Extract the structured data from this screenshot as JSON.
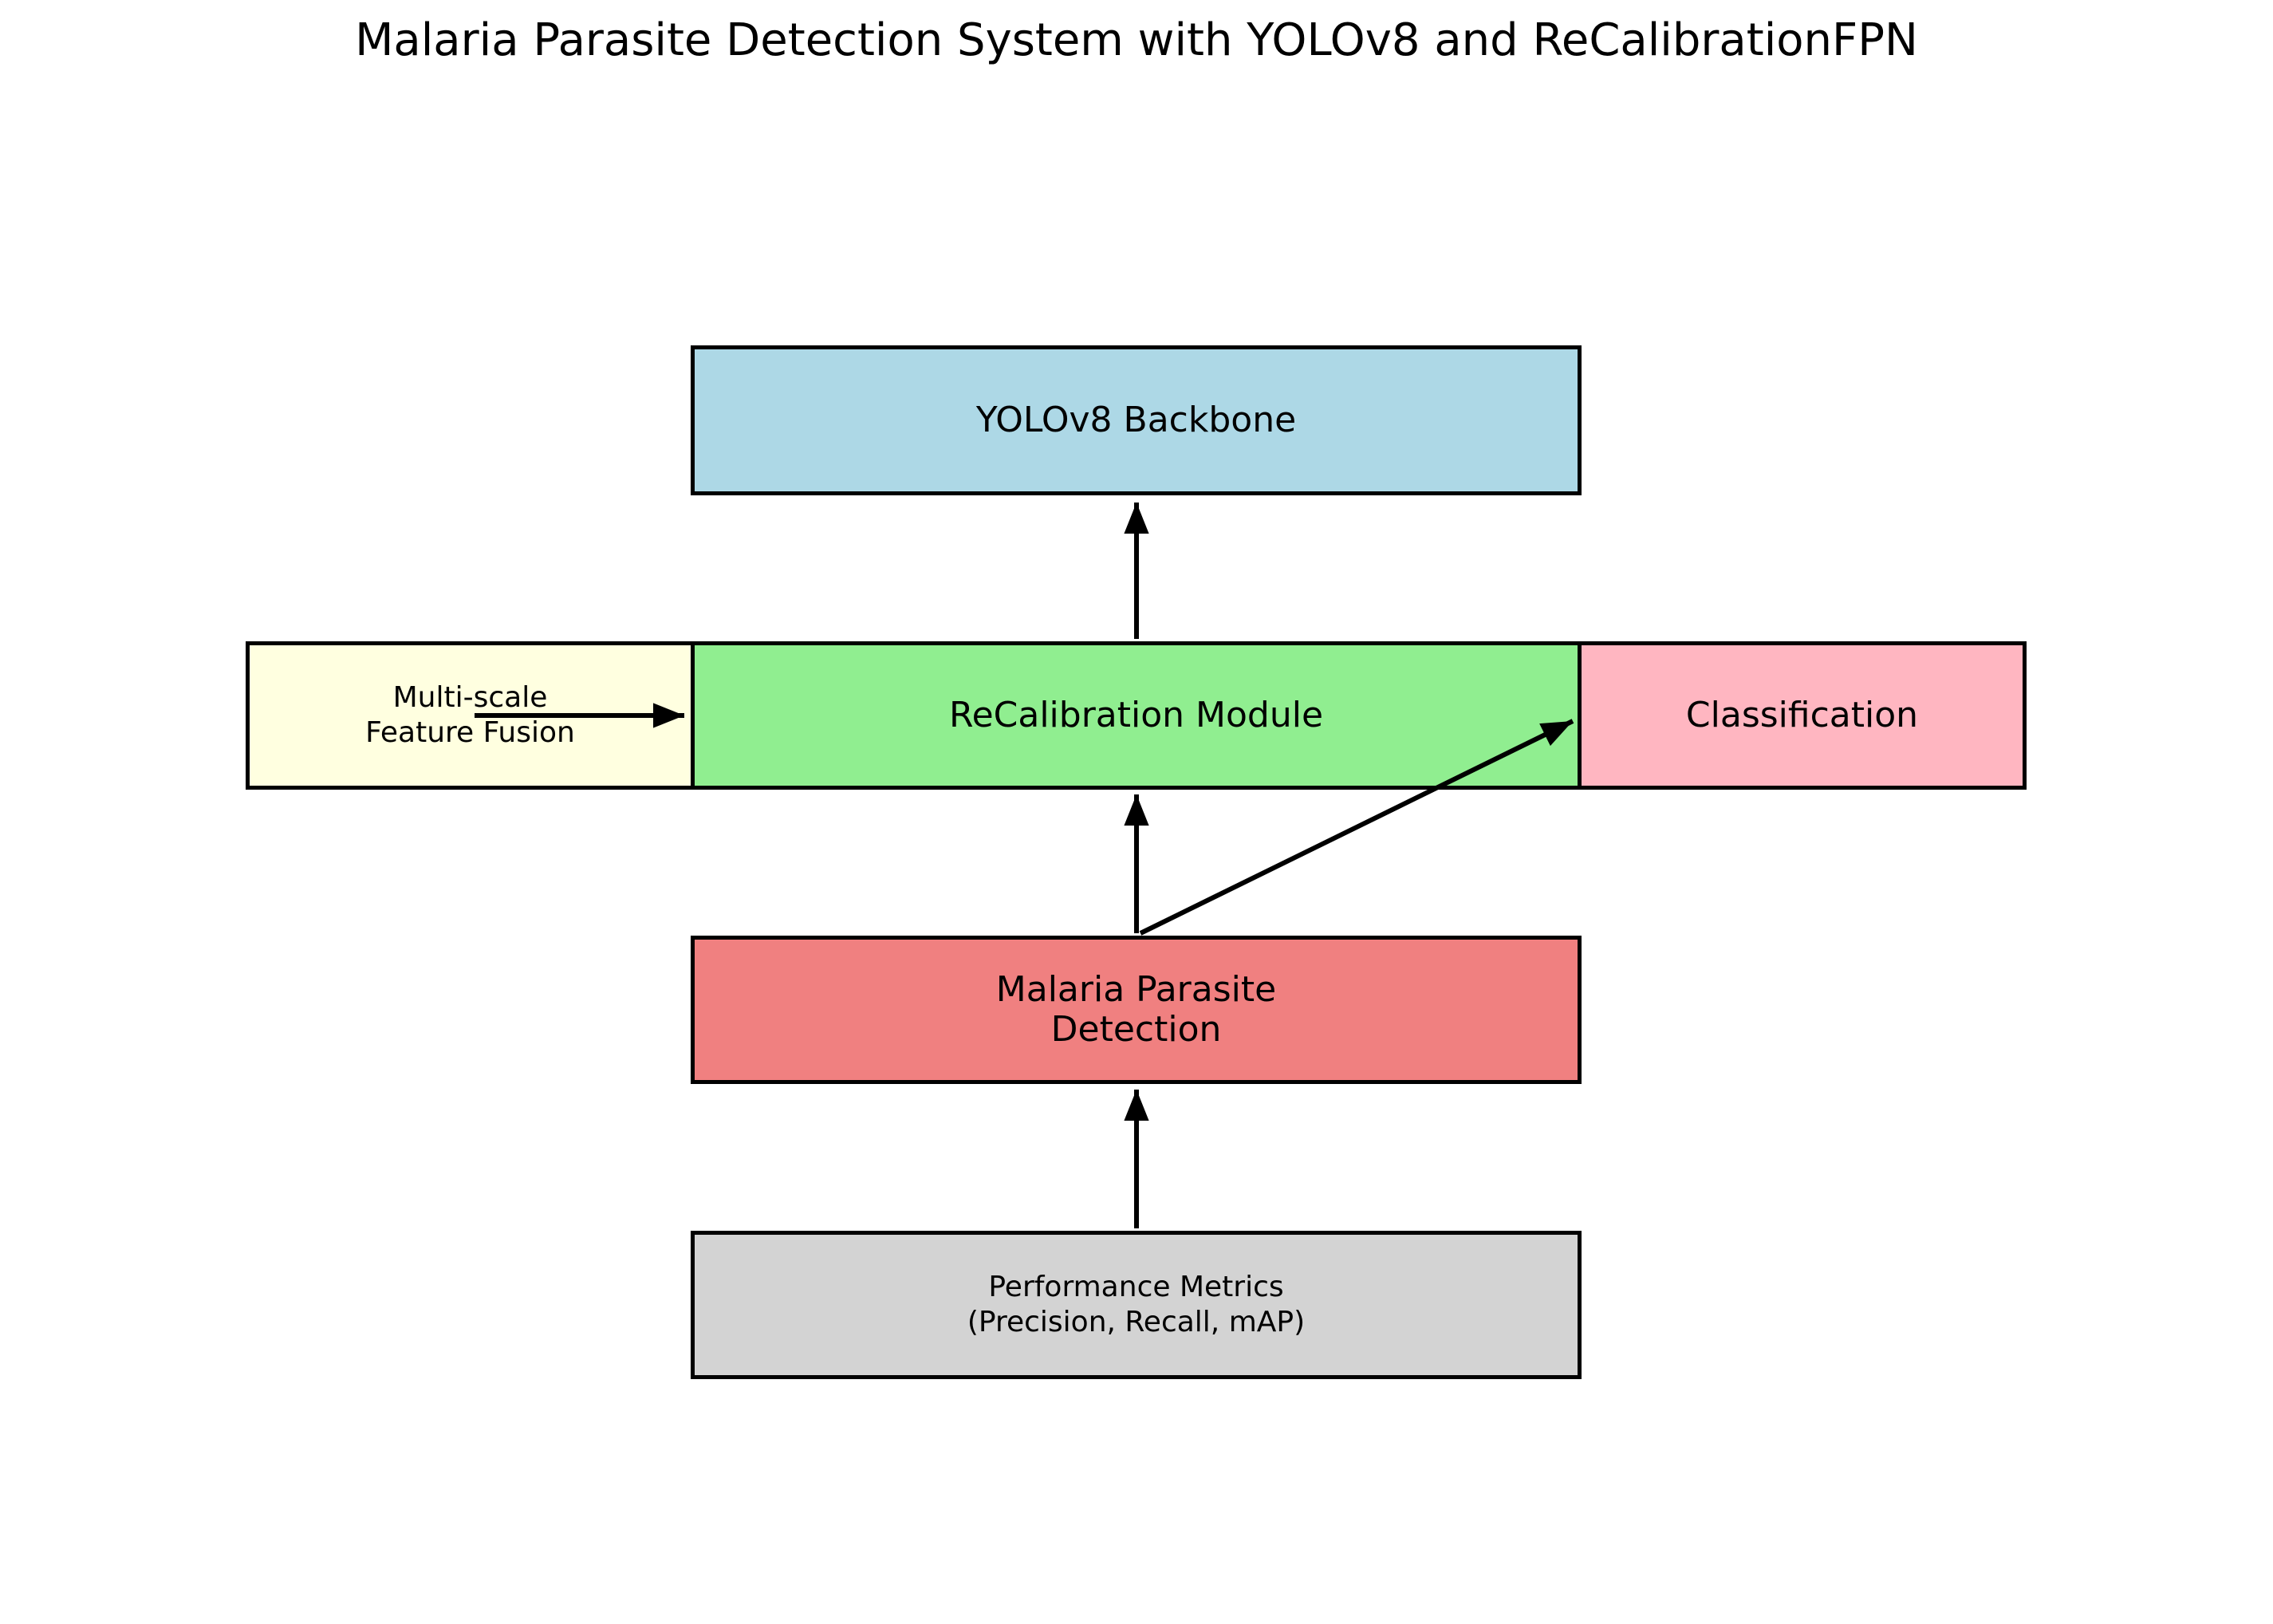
{
  "title": "Malaria Parasite Detection System with YOLOv8 and ReCalibrationFPN",
  "diagram": {
    "background": "#FFFFFF",
    "border_color": "#000000",
    "arrow_color": "#000000",
    "nodes": {
      "backbone": {
        "label": "YOLOv8 Backbone",
        "color": "#ADD8E6"
      },
      "fusion": {
        "line1": "Multi-scale",
        "line2": "Feature Fusion",
        "color": "#FFFFE0"
      },
      "recalibration": {
        "label": "ReCalibration Module",
        "color": "#90EE90"
      },
      "classification": {
        "label": "Classification",
        "color": "#FFB6C1"
      },
      "detection": {
        "line1": "Malaria Parasite",
        "line2": "Detection",
        "color": "#F08080"
      },
      "metrics": {
        "line1": "Performance Metrics",
        "line2": "(Precision, Recall, mAP)",
        "color": "#D3D3D3"
      }
    },
    "arrows": [
      {
        "name": "recalibration-to-backbone"
      },
      {
        "name": "fusion-to-recalibration"
      },
      {
        "name": "detection-to-recalibration"
      },
      {
        "name": "detection-to-classification"
      },
      {
        "name": "metrics-to-detection"
      }
    ]
  }
}
